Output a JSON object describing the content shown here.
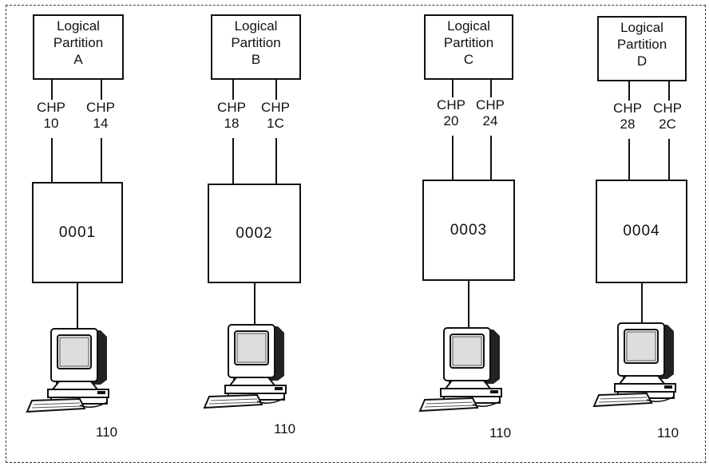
{
  "groups": [
    {
      "partition": {
        "line1": "Logical",
        "line2": "Partition",
        "line3": "A"
      },
      "chps": [
        {
          "label": "CHP",
          "id": "10"
        },
        {
          "label": "CHP",
          "id": "14"
        }
      ],
      "control_unit": "0001",
      "terminal": {
        "icon": "terminal-icon",
        "label": "110"
      }
    },
    {
      "partition": {
        "line1": "Logical",
        "line2": "Partition",
        "line3": "B"
      },
      "chps": [
        {
          "label": "CHP",
          "id": "18"
        },
        {
          "label": "CHP",
          "id": "1C"
        }
      ],
      "control_unit": "0002",
      "terminal": {
        "icon": "terminal-icon",
        "label": "110"
      }
    },
    {
      "partition": {
        "line1": "Logical",
        "line2": "Partition",
        "line3": "C"
      },
      "chps": [
        {
          "label": "CHP",
          "id": "20"
        },
        {
          "label": "CHP",
          "id": "24"
        }
      ],
      "control_unit": "0003",
      "terminal": {
        "icon": "terminal-icon",
        "label": "110"
      }
    },
    {
      "partition": {
        "line1": "Logical",
        "line2": "Partition",
        "line3": "D"
      },
      "chps": [
        {
          "label": "CHP",
          "id": "28"
        },
        {
          "label": "CHP",
          "id": "2C"
        }
      ],
      "control_unit": "0004",
      "terminal": {
        "icon": "terminal-icon",
        "label": "110"
      }
    }
  ]
}
